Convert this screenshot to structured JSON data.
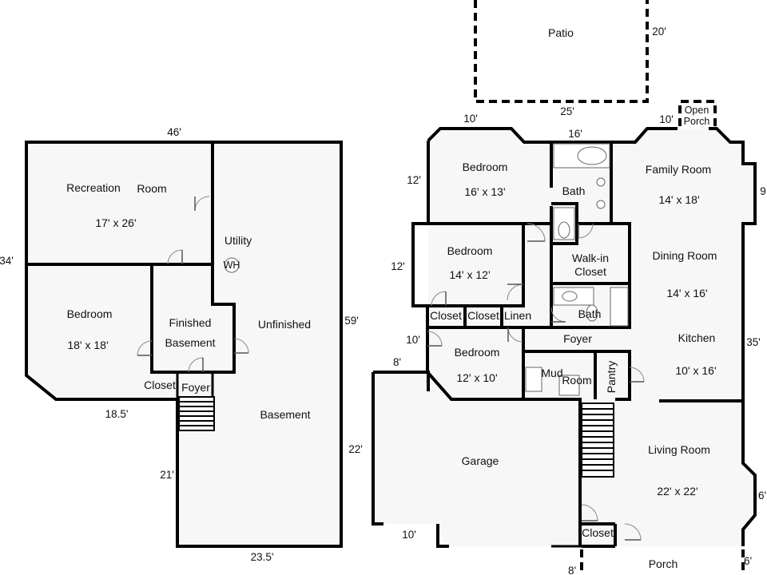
{
  "basement": {
    "rooms": {
      "recreation_1": "Recreation",
      "recreation_2": "Room",
      "recreation_size": "17' x 26'",
      "bedroom": "Bedroom",
      "bedroom_size": "18' x 18'",
      "utility": "Utility",
      "wh": "WH",
      "finished_1": "Finished",
      "finished_2": "Basement",
      "unfinished_1": "Unfinished",
      "unfinished_2": "Basement",
      "closet": "Closet",
      "foyer": "Foyer"
    },
    "dims": {
      "top": "46'",
      "left": "34'",
      "right": "59'",
      "ledge": "18.5'",
      "lower_left": "21'",
      "lower_right": "22'",
      "bottom": "23.5'"
    }
  },
  "main": {
    "rooms": {
      "patio": "Patio",
      "open_porch_1": "Open",
      "open_porch_2": "Porch",
      "bedroom_top": "Bedroom",
      "bedroom_top_size": "16' x 13'",
      "bath_top": "Bath",
      "family_room": "Family Room",
      "family_room_size": "14' x 18'",
      "bedroom_mid": "Bedroom",
      "bedroom_mid_size": "14' x 12'",
      "walkin_1": "Walk-in",
      "walkin_2": "Closet",
      "dining_room": "Dining Room",
      "dining_room_size": "14' x 16'",
      "bath_mid": "Bath",
      "closet_a": "Closet",
      "closet_b": "Closet",
      "linen": "Linen",
      "foyer": "Foyer",
      "kitchen": "Kitchen",
      "kitchen_size": "10' x 16'",
      "bedroom_low": "Bedroom",
      "bedroom_low_size": "12' x 10'",
      "mud": "Mud",
      "room": "Room",
      "pantry": "Pantry",
      "garage": "Garage",
      "living_room": "Living Room",
      "living_room_size": "22' x 22'",
      "closet_c": "Closet",
      "porch": "Porch"
    },
    "dims": {
      "patio_right": "20'",
      "patio_bottom": "25'",
      "top_left": "10'",
      "top_mid": "16'",
      "open_porch": "10'",
      "right_a": "9",
      "bed_top_left": "12'",
      "bed_mid_left": "12'",
      "bed_low_left": "10'",
      "garage_top": "8'",
      "right_b": "35'",
      "right_c": "6'",
      "garage_bottom": "10'",
      "porch_left": "8'",
      "porch_right": "6'"
    }
  }
}
